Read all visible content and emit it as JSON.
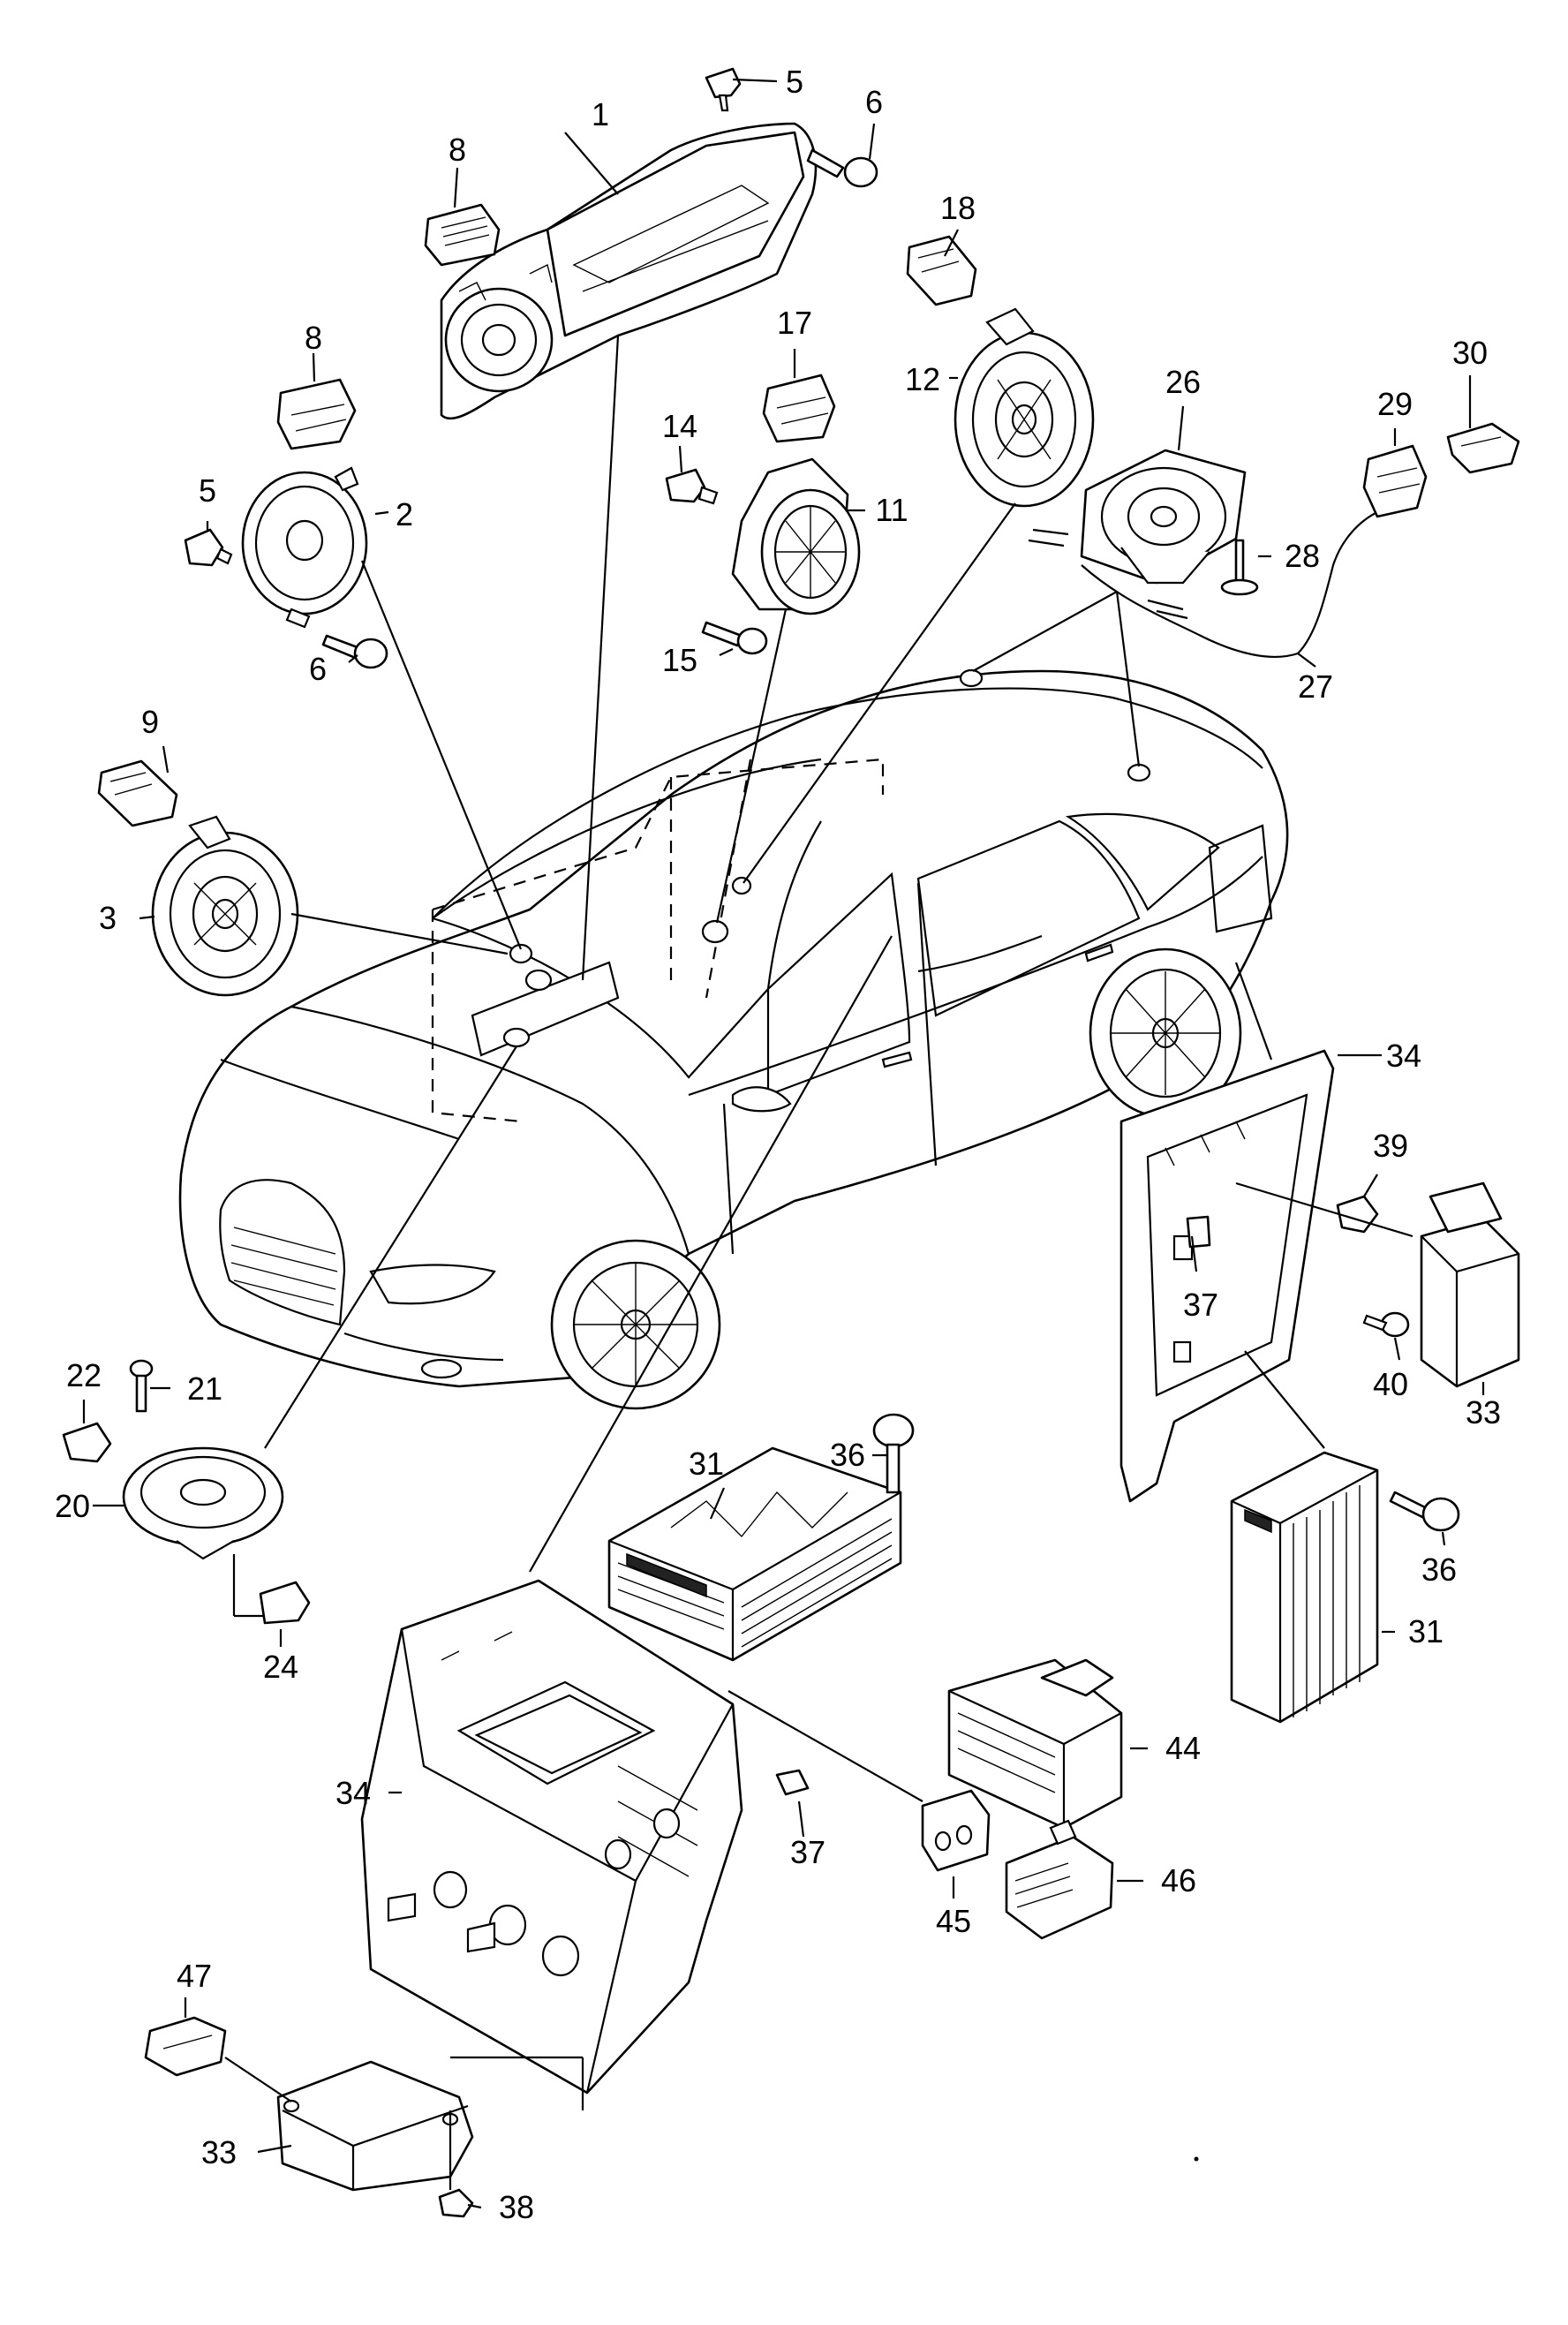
{
  "diagram": {
    "labels": [
      {
        "id": "1",
        "text": "1"
      },
      {
        "id": "2",
        "text": "2"
      },
      {
        "id": "3",
        "text": "3"
      },
      {
        "id": "5a",
        "text": "5"
      },
      {
        "id": "5b",
        "text": "5"
      },
      {
        "id": "6a",
        "text": "6"
      },
      {
        "id": "6b",
        "text": "6"
      },
      {
        "id": "8a",
        "text": "8"
      },
      {
        "id": "8b",
        "text": "8"
      },
      {
        "id": "9",
        "text": "9"
      },
      {
        "id": "11",
        "text": "11"
      },
      {
        "id": "12",
        "text": "12"
      },
      {
        "id": "14",
        "text": "14"
      },
      {
        "id": "15",
        "text": "15"
      },
      {
        "id": "17",
        "text": "17"
      },
      {
        "id": "18",
        "text": "18"
      },
      {
        "id": "20",
        "text": "20"
      },
      {
        "id": "21",
        "text": "21"
      },
      {
        "id": "22",
        "text": "22"
      },
      {
        "id": "24",
        "text": "24"
      },
      {
        "id": "26",
        "text": "26"
      },
      {
        "id": "27",
        "text": "27"
      },
      {
        "id": "28",
        "text": "28"
      },
      {
        "id": "29",
        "text": "29"
      },
      {
        "id": "30",
        "text": "30"
      },
      {
        "id": "31a",
        "text": "31"
      },
      {
        "id": "31b",
        "text": "31"
      },
      {
        "id": "33a",
        "text": "33"
      },
      {
        "id": "33b",
        "text": "33"
      },
      {
        "id": "34a",
        "text": "34"
      },
      {
        "id": "34b",
        "text": "34"
      },
      {
        "id": "36a",
        "text": "36"
      },
      {
        "id": "36b",
        "text": "36"
      },
      {
        "id": "37a",
        "text": "37"
      },
      {
        "id": "37b",
        "text": "37"
      },
      {
        "id": "38",
        "text": "38"
      },
      {
        "id": "39",
        "text": "39"
      },
      {
        "id": "40",
        "text": "40"
      },
      {
        "id": "44",
        "text": "44"
      },
      {
        "id": "45",
        "text": "45"
      },
      {
        "id": "46",
        "text": "46"
      },
      {
        "id": "47",
        "text": "47"
      }
    ]
  }
}
